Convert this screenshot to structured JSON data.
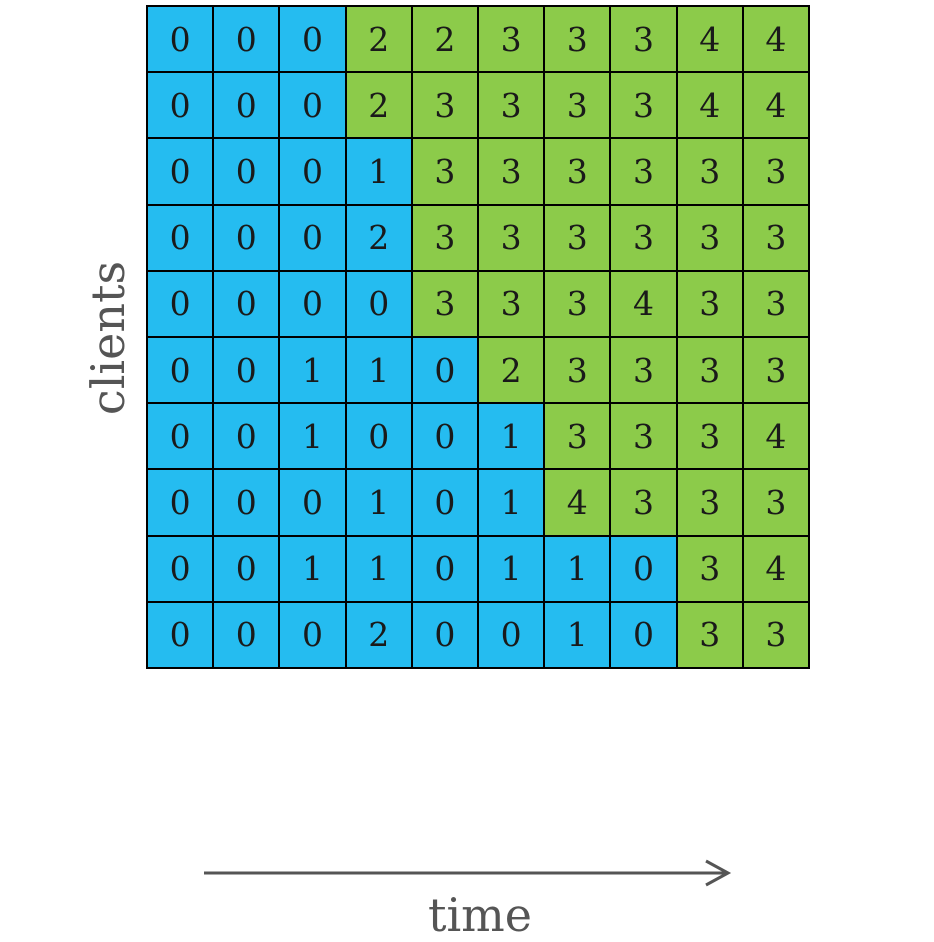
{
  "axis_labels": {
    "y": "clients",
    "x": "time"
  },
  "colors": {
    "blue": "#25BCF0",
    "green": "#8CCB4A",
    "border": "#000000",
    "label": "#555555",
    "arrow": "#555555"
  },
  "grid": {
    "rows": [
      {
        "values": [
          "0",
          "0",
          "0",
          "2",
          "2",
          "3",
          "3",
          "3",
          "4",
          "4"
        ],
        "colors": [
          "blue",
          "blue",
          "blue",
          "green",
          "green",
          "green",
          "green",
          "green",
          "green",
          "green"
        ]
      },
      {
        "values": [
          "0",
          "0",
          "0",
          "2",
          "3",
          "3",
          "3",
          "3",
          "4",
          "4"
        ],
        "colors": [
          "blue",
          "blue",
          "blue",
          "green",
          "green",
          "green",
          "green",
          "green",
          "green",
          "green"
        ]
      },
      {
        "values": [
          "0",
          "0",
          "0",
          "1",
          "3",
          "3",
          "3",
          "3",
          "3",
          "3"
        ],
        "colors": [
          "blue",
          "blue",
          "blue",
          "blue",
          "green",
          "green",
          "green",
          "green",
          "green",
          "green"
        ]
      },
      {
        "values": [
          "0",
          "0",
          "0",
          "2",
          "3",
          "3",
          "3",
          "3",
          "3",
          "3"
        ],
        "colors": [
          "blue",
          "blue",
          "blue",
          "blue",
          "green",
          "green",
          "green",
          "green",
          "green",
          "green"
        ]
      },
      {
        "values": [
          "0",
          "0",
          "0",
          "0",
          "3",
          "3",
          "3",
          "4",
          "3",
          "3"
        ],
        "colors": [
          "blue",
          "blue",
          "blue",
          "blue",
          "green",
          "green",
          "green",
          "green",
          "green",
          "green"
        ]
      },
      {
        "values": [
          "0",
          "0",
          "1",
          "1",
          "0",
          "2",
          "3",
          "3",
          "3",
          "3"
        ],
        "colors": [
          "blue",
          "blue",
          "blue",
          "blue",
          "blue",
          "green",
          "green",
          "green",
          "green",
          "green"
        ]
      },
      {
        "values": [
          "0",
          "0",
          "1",
          "0",
          "0",
          "1",
          "3",
          "3",
          "3",
          "4"
        ],
        "colors": [
          "blue",
          "blue",
          "blue",
          "blue",
          "blue",
          "blue",
          "green",
          "green",
          "green",
          "green"
        ]
      },
      {
        "values": [
          "0",
          "0",
          "0",
          "1",
          "0",
          "1",
          "4",
          "3",
          "3",
          "3"
        ],
        "colors": [
          "blue",
          "blue",
          "blue",
          "blue",
          "blue",
          "blue",
          "green",
          "green",
          "green",
          "green"
        ]
      },
      {
        "values": [
          "0",
          "0",
          "1",
          "1",
          "0",
          "1",
          "1",
          "0",
          "3",
          "4"
        ],
        "colors": [
          "blue",
          "blue",
          "blue",
          "blue",
          "blue",
          "blue",
          "blue",
          "blue",
          "green",
          "green"
        ]
      },
      {
        "values": [
          "0",
          "0",
          "0",
          "2",
          "0",
          "0",
          "1",
          "0",
          "3",
          "3"
        ],
        "colors": [
          "blue",
          "blue",
          "blue",
          "blue",
          "blue",
          "blue",
          "blue",
          "blue",
          "green",
          "green"
        ]
      }
    ]
  }
}
